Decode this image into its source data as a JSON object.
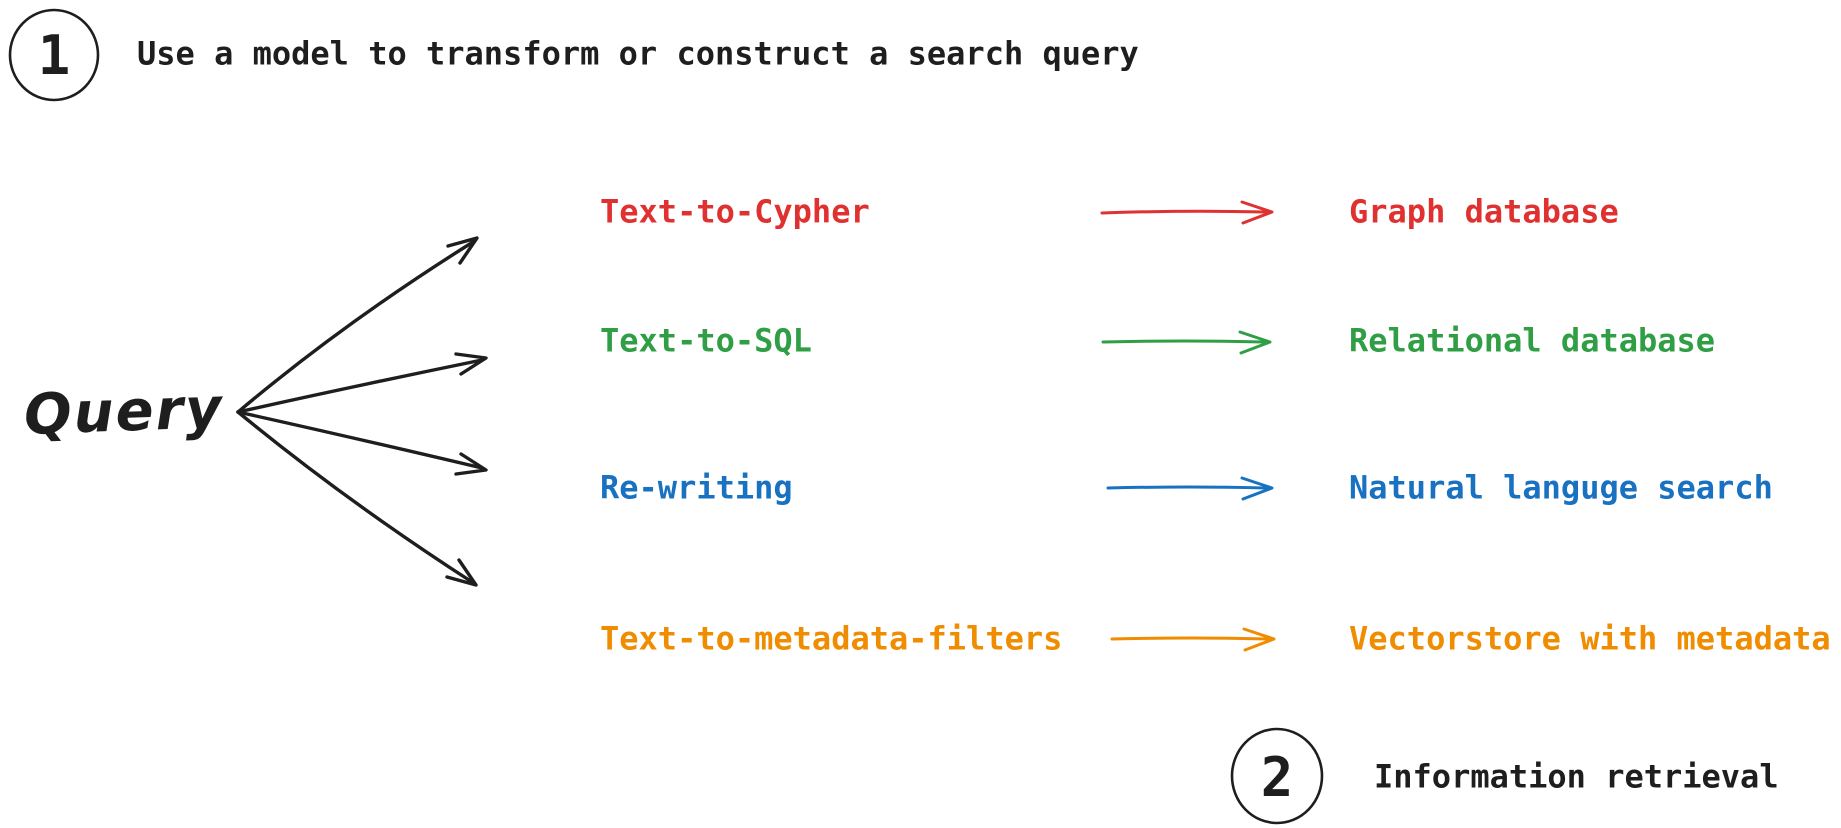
{
  "colors": {
    "ink": "#1e1e1e",
    "red": "#e03131",
    "green": "#2f9e44",
    "blue": "#1971c2",
    "orange": "#f08c00",
    "background": "#ffffff"
  },
  "step1": {
    "number": "1",
    "label": "Use a model to transform or construct a search query"
  },
  "step2": {
    "number": "2",
    "label": "Information retrieval"
  },
  "query_node": {
    "label": "Query"
  },
  "rows": [
    {
      "method": "Text-to-Cypher",
      "target": "Graph database",
      "color": "#e03131"
    },
    {
      "method": "Text-to-SQL",
      "target": "Relational database",
      "color": "#2f9e44"
    },
    {
      "method": "Re-writing",
      "target": "Natural languge search",
      "color": "#1971c2"
    },
    {
      "method": "Text-to-metadata-filters",
      "target": "Vectorstore with metadata",
      "color": "#f08c00"
    }
  ]
}
